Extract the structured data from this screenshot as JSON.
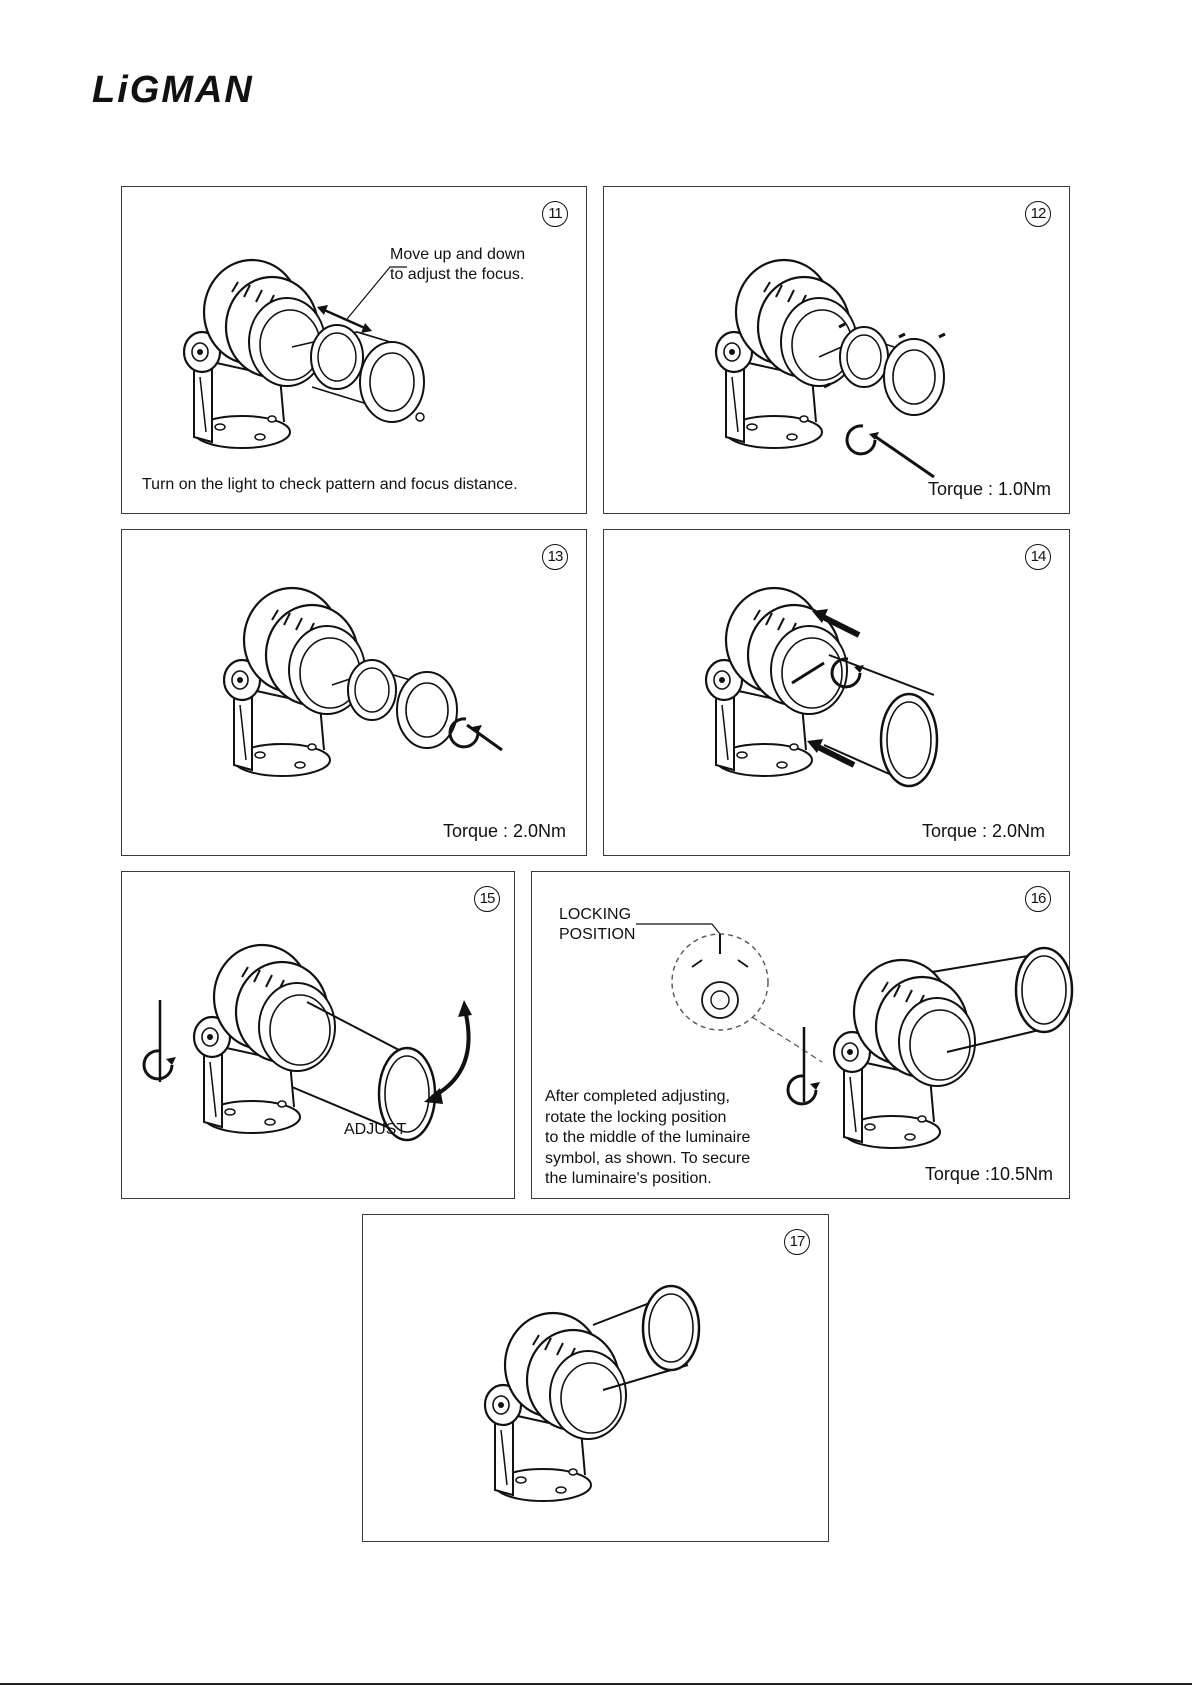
{
  "brand": "LiGMAN",
  "steps": {
    "s11": {
      "number": "11",
      "annotation": "Move up and down\nto adjust the focus.",
      "caption": "Turn on the light to check pattern and focus distance."
    },
    "s12": {
      "number": "12",
      "caption": "Torque : 1.0Nm"
    },
    "s13": {
      "number": "13",
      "caption": "Torque : 2.0Nm"
    },
    "s14": {
      "number": "14",
      "caption": "Torque : 2.0Nm"
    },
    "s15": {
      "number": "15",
      "label": "ADJUST"
    },
    "s16": {
      "number": "16",
      "label": "LOCKING\nPOSITION",
      "instruction": "After completed adjusting,\nrotate the locking position\nto the middle of the luminaire\nsymbol, as shown. To secure\nthe luminaire's position.",
      "caption": "Torque :10.5Nm"
    },
    "s17": {
      "number": "17"
    }
  }
}
